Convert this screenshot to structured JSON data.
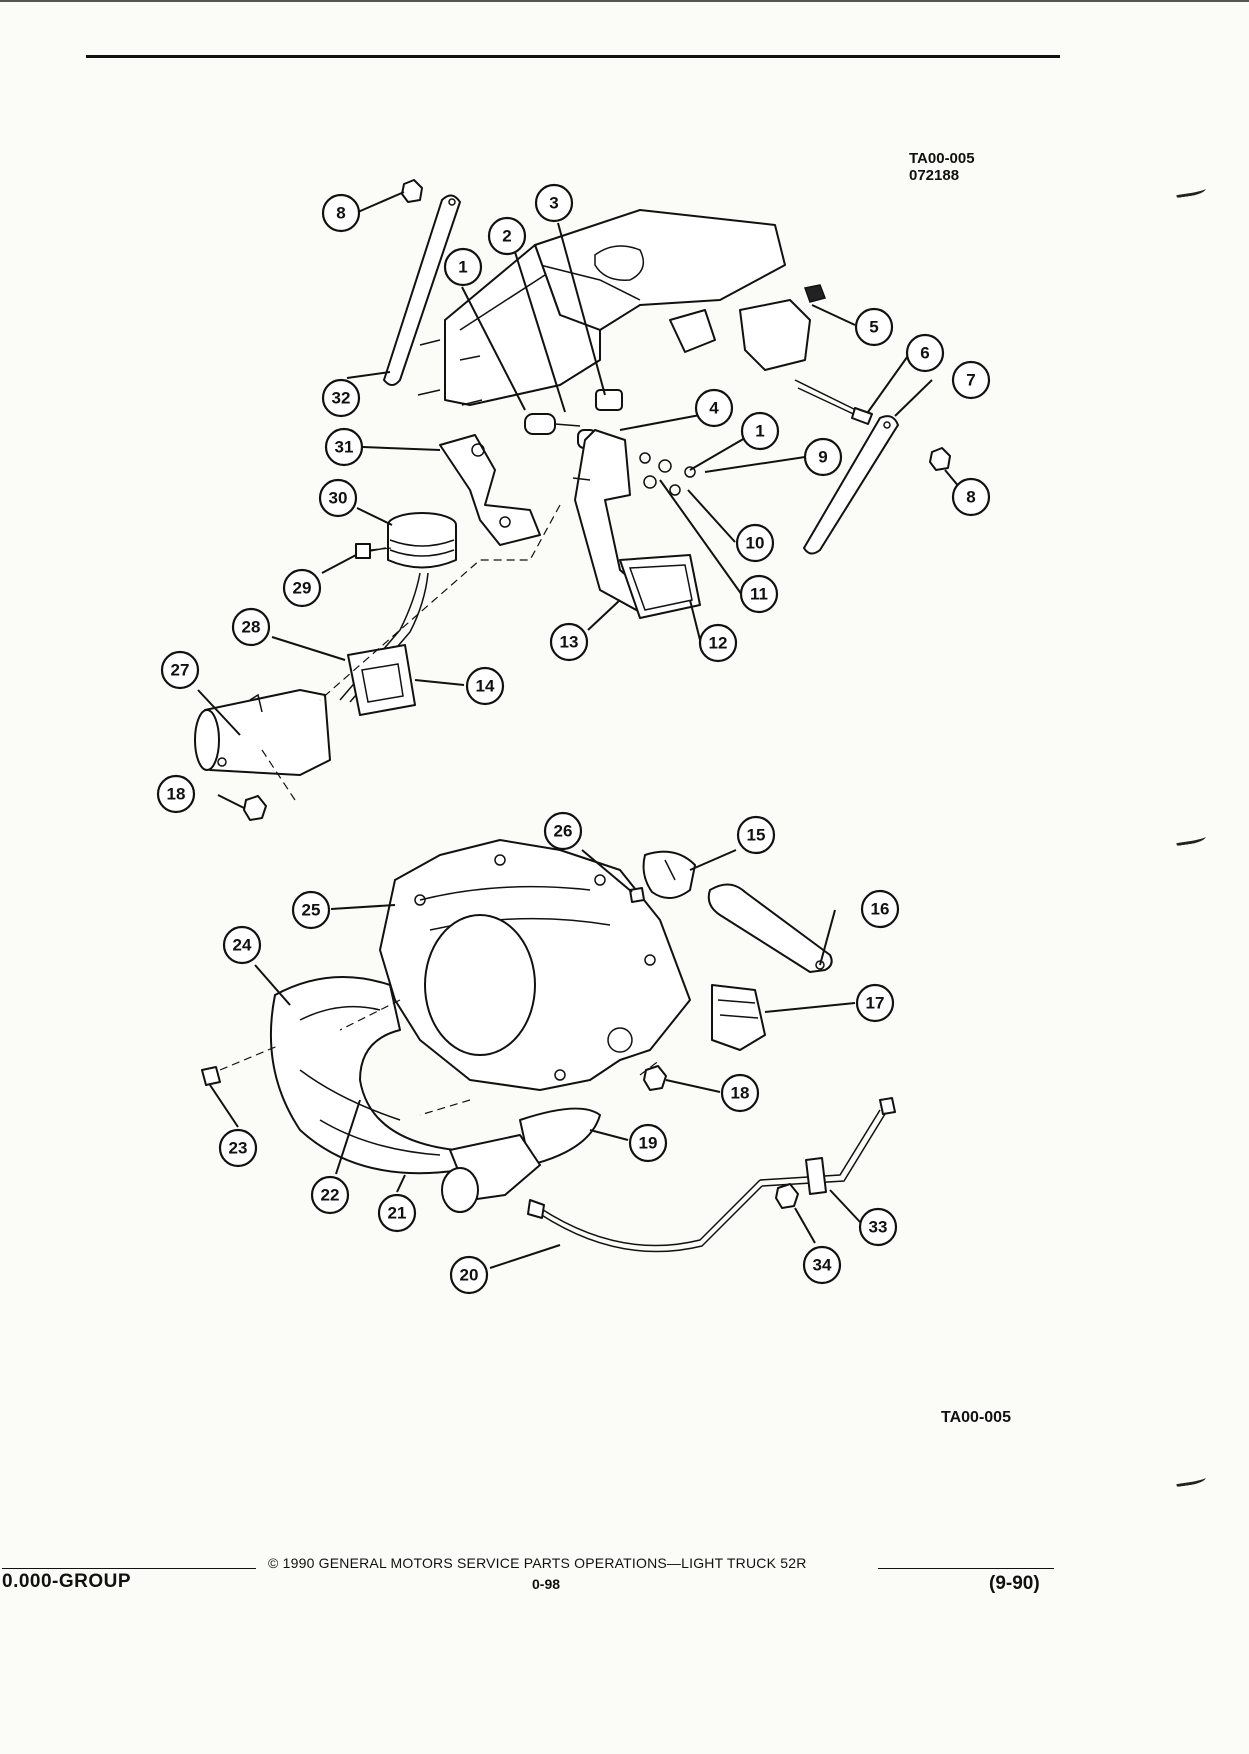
{
  "header": {
    "figure_id": "TA00-005",
    "figure_code": "072188"
  },
  "diagram": {
    "callouts": [
      {
        "n": "1"
      },
      {
        "n": "2"
      },
      {
        "n": "3"
      },
      {
        "n": "4"
      },
      {
        "n": "5"
      },
      {
        "n": "6"
      },
      {
        "n": "7"
      },
      {
        "n": "8"
      },
      {
        "n": "8"
      },
      {
        "n": "1"
      },
      {
        "n": "9"
      },
      {
        "n": "10"
      },
      {
        "n": "11"
      },
      {
        "n": "12"
      },
      {
        "n": "13"
      },
      {
        "n": "14"
      },
      {
        "n": "27"
      },
      {
        "n": "28"
      },
      {
        "n": "29"
      },
      {
        "n": "30"
      },
      {
        "n": "31"
      },
      {
        "n": "32"
      },
      {
        "n": "18"
      },
      {
        "n": "26"
      },
      {
        "n": "15"
      },
      {
        "n": "25"
      },
      {
        "n": "16"
      },
      {
        "n": "24"
      },
      {
        "n": "17"
      },
      {
        "n": "18"
      },
      {
        "n": "23"
      },
      {
        "n": "19"
      },
      {
        "n": "22"
      },
      {
        "n": "21"
      },
      {
        "n": "33"
      },
      {
        "n": "34"
      },
      {
        "n": "20"
      }
    ]
  },
  "footer_figure_id": "TA00-005",
  "footer": {
    "group": "0.000-GROUP",
    "copyright": "© 1990 GENERAL MOTORS SERVICE PARTS OPERATIONS—LIGHT TRUCK 52R",
    "page": "0-98",
    "date": "(9-90)"
  }
}
